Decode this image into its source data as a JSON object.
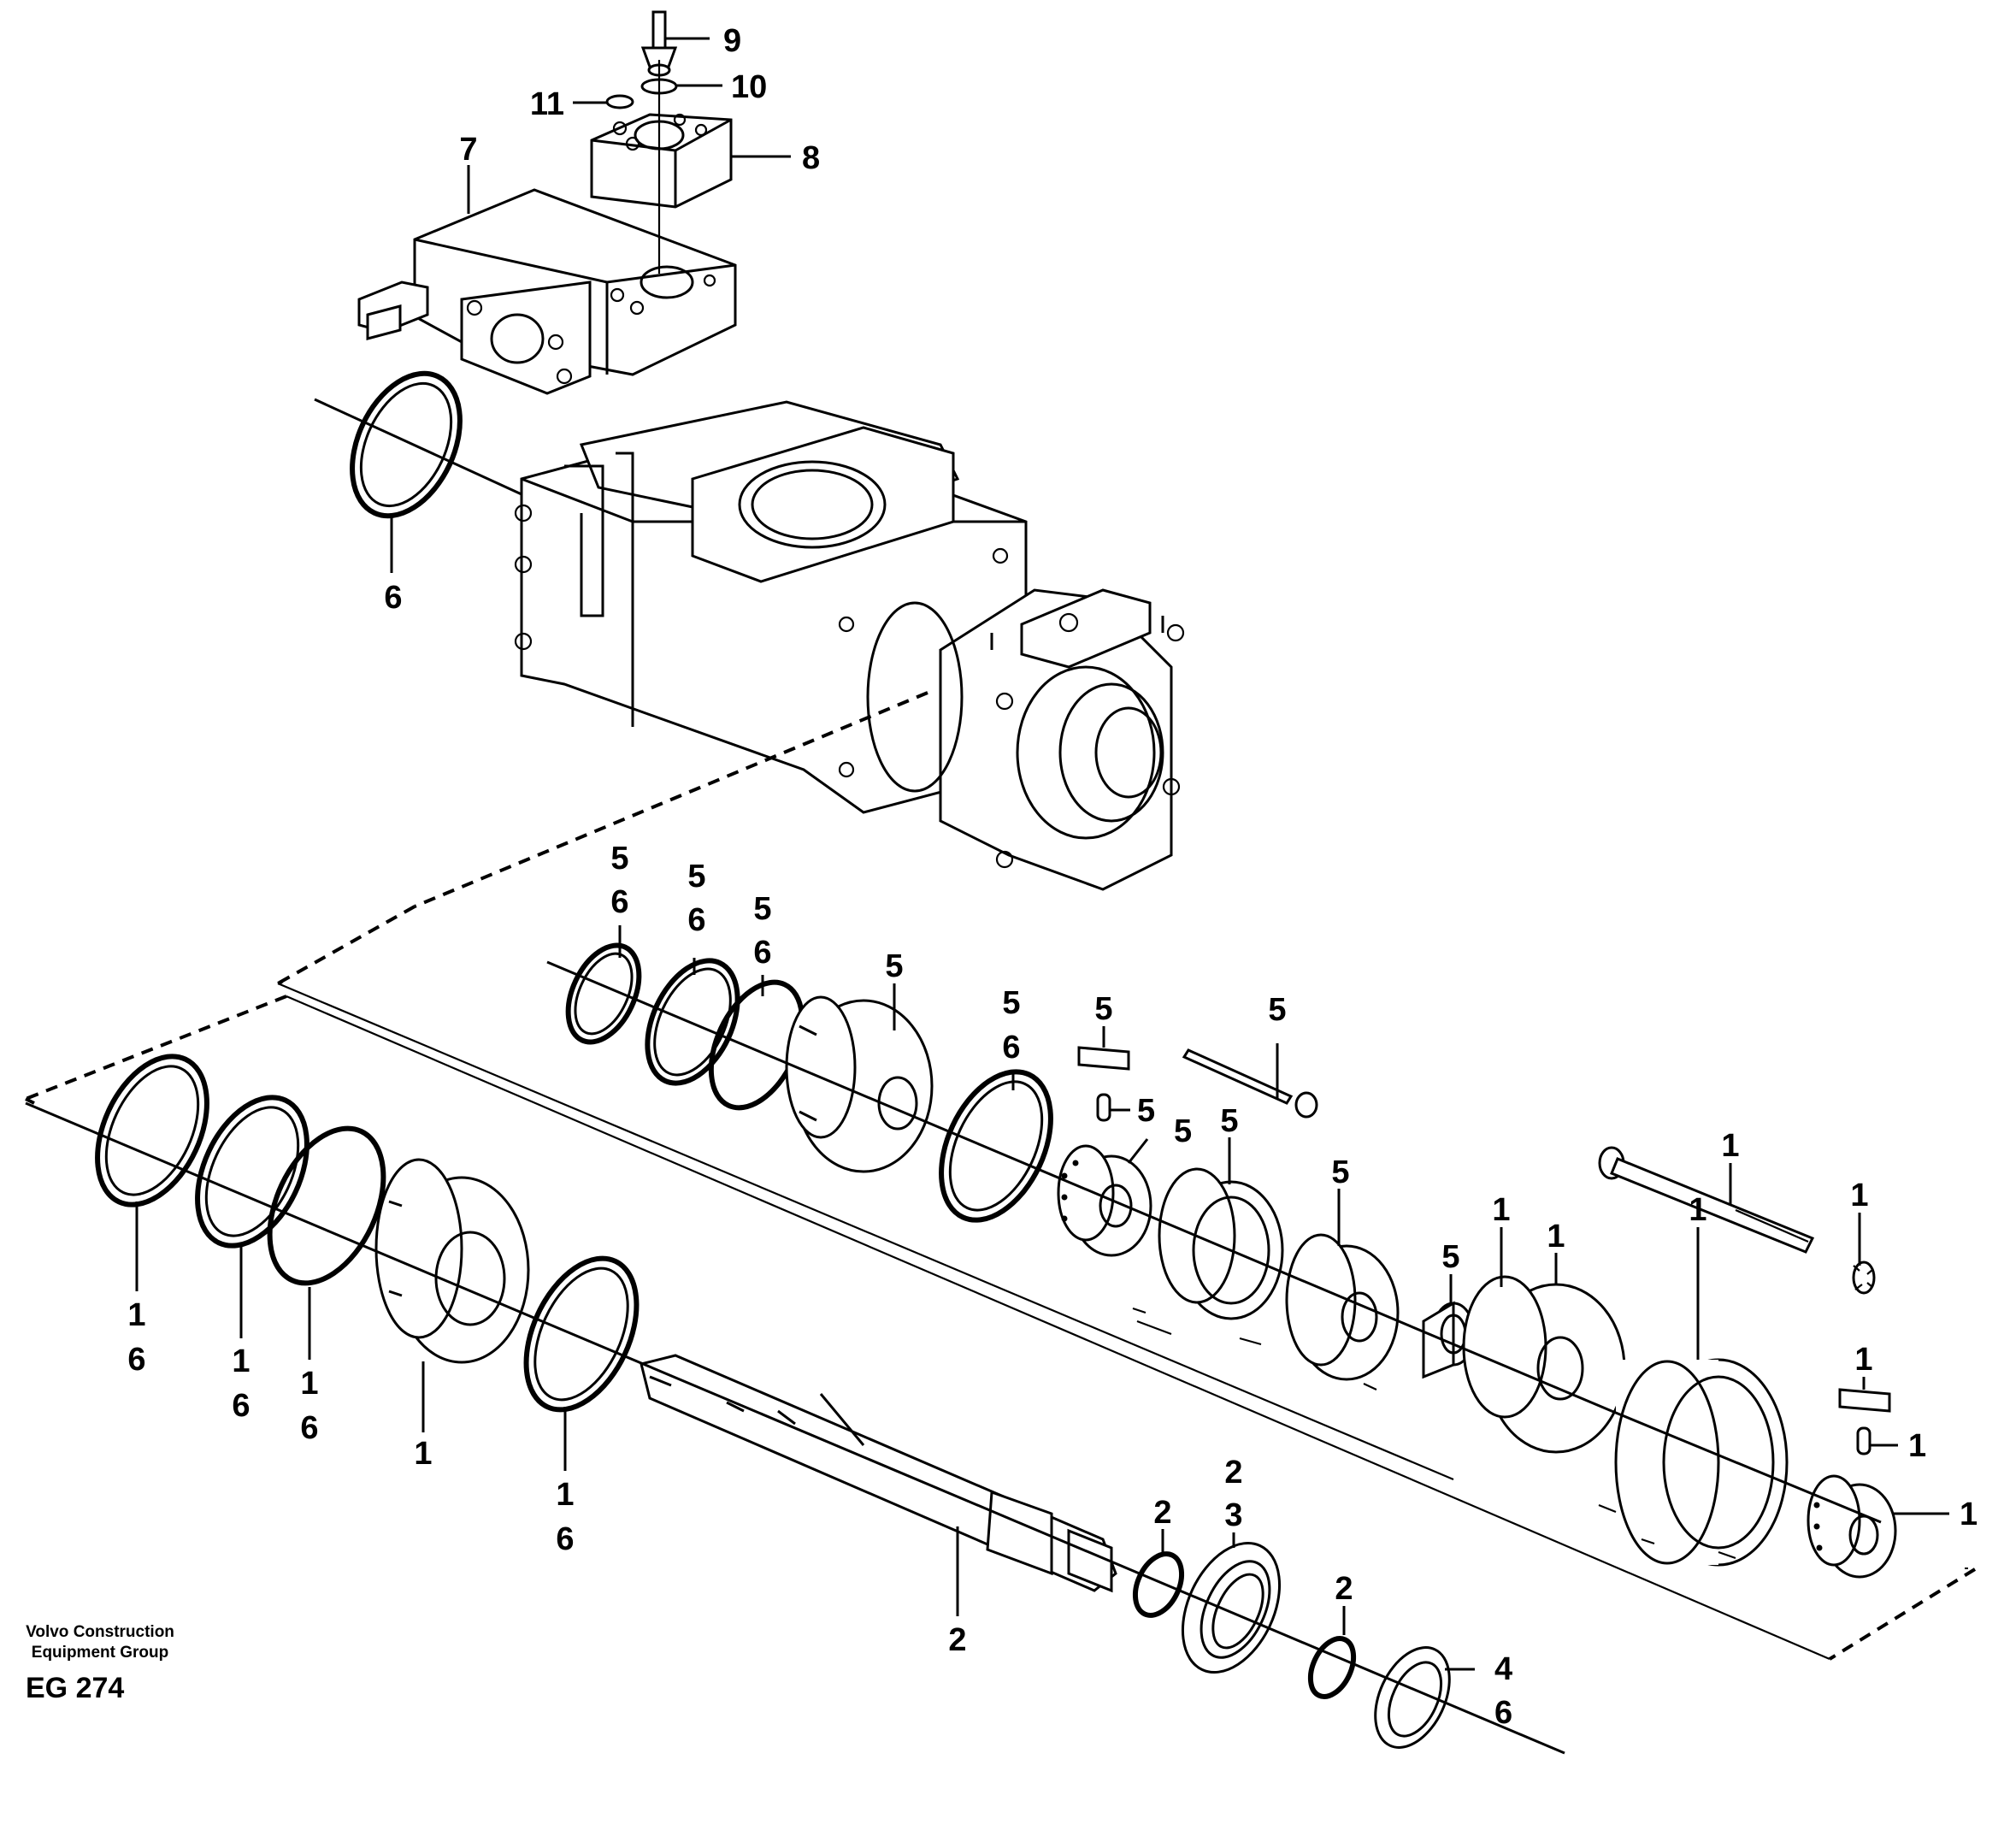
{
  "figure": {
    "publisher_line1": "Volvo Construction",
    "publisher_line2": "Equipment Group",
    "figure_code": "EG 274"
  },
  "callouts": [
    {
      "id": "c9",
      "text": "9"
    },
    {
      "id": "c10",
      "text": "10"
    },
    {
      "id": "c11",
      "text": "11"
    },
    {
      "id": "c8",
      "text": "8"
    },
    {
      "id": "c7",
      "text": "7"
    },
    {
      "id": "c6_top",
      "text": "6"
    },
    {
      "id": "c5_r1a",
      "text": "5"
    },
    {
      "id": "c6_r1a",
      "text": "6"
    },
    {
      "id": "c5_r1b",
      "text": "5"
    },
    {
      "id": "c6_r1b",
      "text": "6"
    },
    {
      "id": "c5_r1c",
      "text": "5"
    },
    {
      "id": "c6_r1c",
      "text": "6"
    },
    {
      "id": "c5_bush",
      "text": "5"
    },
    {
      "id": "c5_r1d",
      "text": "5"
    },
    {
      "id": "c6_r1d",
      "text": "6"
    },
    {
      "id": "c5_plate",
      "text": "5"
    },
    {
      "id": "c5_pin",
      "text": "5"
    },
    {
      "id": "c5_cyl",
      "text": "5"
    },
    {
      "id": "c5_bolt",
      "text": "5"
    },
    {
      "id": "c5_ring",
      "text": "5"
    },
    {
      "id": "c5_disc",
      "text": "5"
    },
    {
      "id": "c5_sleeve",
      "text": "5"
    },
    {
      "id": "c1_pin_a",
      "text": "1"
    },
    {
      "id": "c1_cam",
      "text": "1"
    },
    {
      "id": "c1_bolt",
      "text": "1"
    },
    {
      "id": "c1_washer",
      "text": "1"
    },
    {
      "id": "c1_ring_big",
      "text": "1"
    },
    {
      "id": "c1_plate",
      "text": "1"
    },
    {
      "id": "c1_pin_b",
      "text": "1"
    },
    {
      "id": "c1_rotor",
      "text": "1"
    },
    {
      "id": "c1_o1",
      "text": "1"
    },
    {
      "id": "c6_o1",
      "text": "6"
    },
    {
      "id": "c1_o2",
      "text": "1"
    },
    {
      "id": "c6_o2",
      "text": "6"
    },
    {
      "id": "c1_o3",
      "text": "1"
    },
    {
      "id": "c6_o3",
      "text": "6"
    },
    {
      "id": "c1_hub",
      "text": "1"
    },
    {
      "id": "c1_o4",
      "text": "1"
    },
    {
      "id": "c6_o4",
      "text": "6"
    },
    {
      "id": "c2_shaft",
      "text": "2"
    },
    {
      "id": "c2_snap",
      "text": "2"
    },
    {
      "id": "c2_bear",
      "text": "2"
    },
    {
      "id": "c3_bear",
      "text": "3"
    },
    {
      "id": "c2_circ",
      "text": "2"
    },
    {
      "id": "c4_seal",
      "text": "4"
    },
    {
      "id": "c6_seal",
      "text": "6"
    }
  ]
}
